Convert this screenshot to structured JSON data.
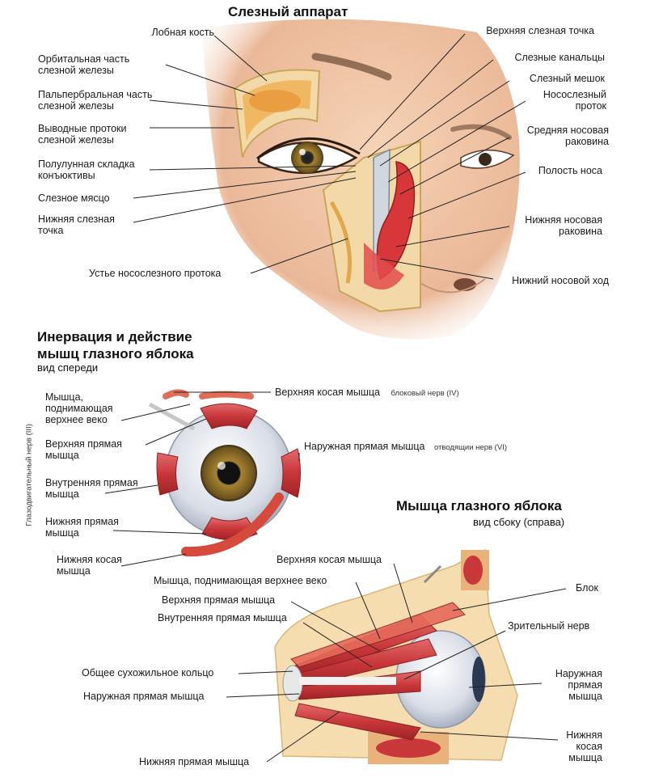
{
  "sections": {
    "lacrimal": {
      "title": "Слезный аппарат",
      "left_labels": [
        {
          "id": "frontal-bone",
          "lines": [
            "Лобная кость"
          ]
        },
        {
          "id": "orbital-part",
          "lines": [
            "Орбитальная часть",
            "слезной железы"
          ]
        },
        {
          "id": "palpebral-part",
          "lines": [
            "Пальпербральная часть",
            "слезной железы"
          ]
        },
        {
          "id": "excretory-ducts",
          "lines": [
            "Выводные протоки",
            "слезной железы"
          ]
        },
        {
          "id": "semilunar-fold",
          "lines": [
            "Полулунная складка",
            "конъюктивы"
          ]
        },
        {
          "id": "lacrimal-caruncle",
          "lines": [
            "Слезное мясцо"
          ]
        },
        {
          "id": "lower-punctum",
          "lines": [
            "Нижняя слезная",
            "точка"
          ]
        },
        {
          "id": "nasolacrimal-opening",
          "lines": [
            "Устье носослезного протока"
          ]
        }
      ],
      "right_labels": [
        {
          "id": "upper-punctum",
          "lines": [
            "Верхняя слезная точка"
          ]
        },
        {
          "id": "canaliculi",
          "lines": [
            "Слезные канальцы"
          ]
        },
        {
          "id": "lacrimal-sac",
          "lines": [
            "Слезный мешок"
          ]
        },
        {
          "id": "nasolacrimal-duct",
          "lines": [
            "Носослезный",
            "проток"
          ]
        },
        {
          "id": "middle-concha",
          "lines": [
            "Средняя носовая",
            "раковина"
          ]
        },
        {
          "id": "nasal-cavity",
          "lines": [
            "Полость носа"
          ]
        },
        {
          "id": "inferior-concha",
          "lines": [
            "Нижняя носовая",
            "раковина"
          ]
        },
        {
          "id": "inferior-meatus",
          "lines": [
            "Нижний носовой ход"
          ]
        }
      ]
    },
    "innervation": {
      "title_lines": [
        "Инервация и действие",
        "мышц глазного яблока"
      ],
      "subtitle": "вид спереди",
      "vertical_note": "Глазодвигательный нерв (III)",
      "left_labels": [
        {
          "id": "levator",
          "lines": [
            "Мышца,",
            "поднимающая",
            "верхнее веко"
          ]
        },
        {
          "id": "superior-rectus",
          "lines": [
            "Верхняя прямая",
            "мышца"
          ]
        },
        {
          "id": "medial-rectus",
          "lines": [
            "Внутренняя прямая",
            "мышца"
          ]
        },
        {
          "id": "inferior-rectus",
          "lines": [
            "Нижняя прямая",
            "мышца"
          ]
        },
        {
          "id": "inferior-oblique",
          "lines": [
            "Нижняя косая",
            "мышца"
          ]
        }
      ],
      "right_labels": [
        {
          "id": "superior-oblique",
          "lines": [
            "Верхняя косая мышца"
          ],
          "nerve": "блоковый нерв (IV)"
        },
        {
          "id": "lateral-rectus",
          "lines": [
            "Наружная прямая мышца"
          ],
          "nerve": "отводящии нерв (VI)"
        }
      ]
    },
    "side_view": {
      "title": "Мышца глазного яблока",
      "subtitle": "вид сбоку (справа)",
      "labels": [
        {
          "id": "superior-oblique",
          "lines": [
            "Верхняя косая мышца"
          ]
        },
        {
          "id": "levator",
          "lines": [
            "Мышца, поднимающая верхнее веко"
          ]
        },
        {
          "id": "superior-rectus",
          "lines": [
            "Верхняя прямая мышца"
          ]
        },
        {
          "id": "medial-rectus",
          "lines": [
            "Внутренняя прямая мышца"
          ]
        },
        {
          "id": "common-ring",
          "lines": [
            "Общее сухожильное кольцо"
          ]
        },
        {
          "id": "lateral-rectus-left",
          "lines": [
            "Наружная прямая мышца"
          ]
        },
        {
          "id": "inferior-rectus",
          "lines": [
            "Нижняя прямая мышца"
          ]
        },
        {
          "id": "trochlea",
          "lines": [
            "Блок"
          ]
        },
        {
          "id": "optic-nerve",
          "lines": [
            "Зрительный нерв"
          ]
        },
        {
          "id": "lateral-rectus-right",
          "lines": [
            "Наружная",
            "прямая",
            "мышца"
          ]
        },
        {
          "id": "inferior-oblique",
          "lines": [
            "Нижняя",
            "косая",
            "мышца"
          ]
        }
      ]
    }
  },
  "colors": {
    "skin": "#f1c6a5",
    "muscle": "#c8373a",
    "bone": "#f3d9a8",
    "eyeball": "#dfe3ea",
    "iris": "#8a6a2a",
    "line": "#222222"
  }
}
